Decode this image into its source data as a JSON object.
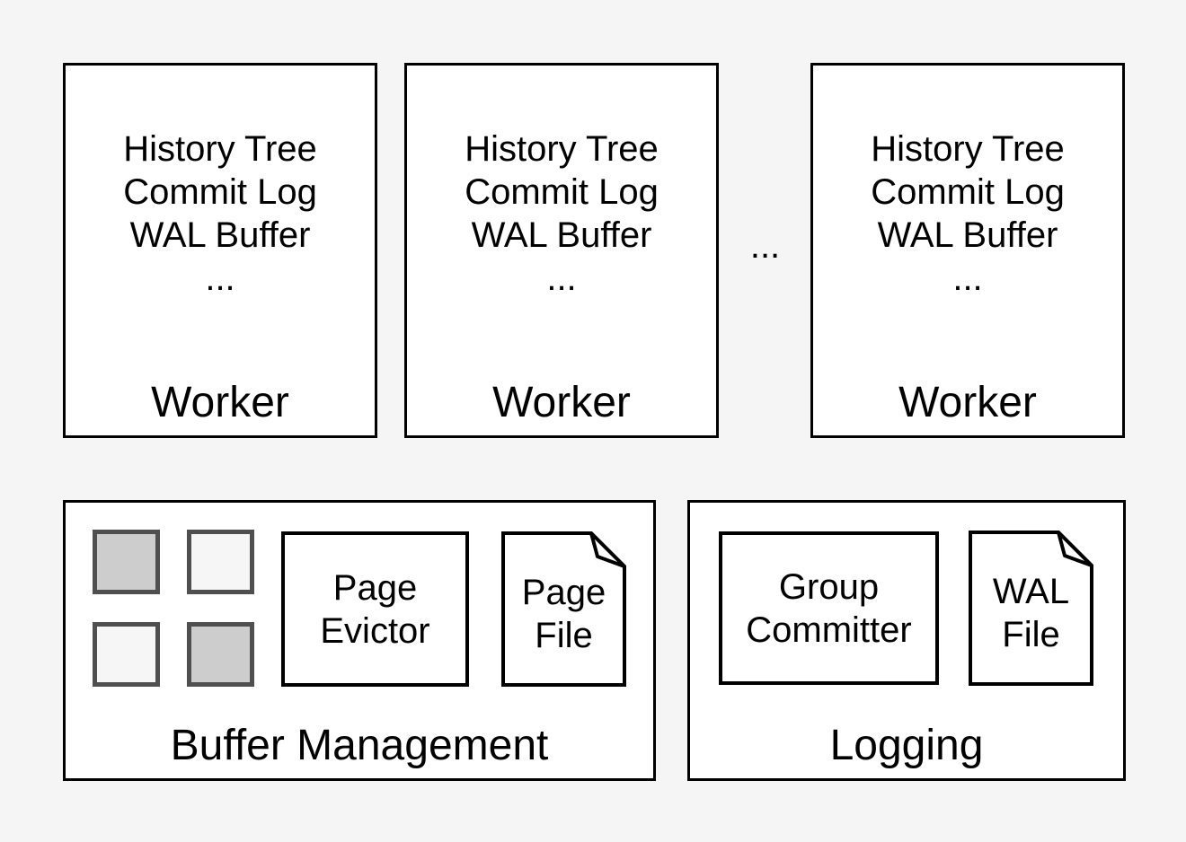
{
  "diagram": {
    "background_color": "#f5f5f5",
    "box_fill": "#ffffff",
    "box_border_color": "#000000",
    "frame_used_color": "#cdcdcd",
    "frame_free_color": "#f6f6f6",
    "frame_border_color": "#4f4f4f"
  },
  "workers": [
    {
      "lines": [
        "History Tree",
        "Commit Log",
        "WAL Buffer",
        "..."
      ],
      "label": "Worker"
    },
    {
      "lines": [
        "History Tree",
        "Commit Log",
        "WAL Buffer",
        "..."
      ],
      "label": "Worker"
    },
    {
      "lines": [
        "History Tree",
        "Commit Log",
        "WAL Buffer",
        "..."
      ],
      "label": "Worker"
    }
  ],
  "workers_ellipsis": "...",
  "buffer_management": {
    "label": "Buffer Management",
    "frames": [
      "used",
      "free",
      "free",
      "used"
    ],
    "page_evictor": {
      "lines": [
        "Page",
        "Evictor"
      ]
    },
    "page_file": {
      "lines": [
        "Page",
        "File"
      ]
    }
  },
  "logging": {
    "label": "Logging",
    "group_committer": {
      "lines": [
        "Group",
        "Committer"
      ]
    },
    "wal_file": {
      "lines": [
        "WAL",
        "File"
      ]
    }
  }
}
